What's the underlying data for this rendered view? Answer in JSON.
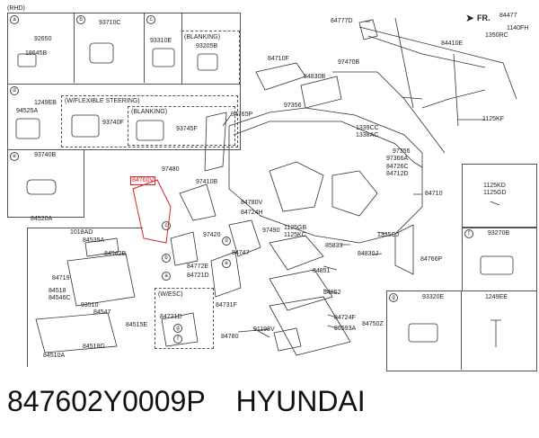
{
  "diagram": {
    "variant": "(RHD)",
    "direction_label": "FR.",
    "boxes": {
      "a": {
        "letter": "a",
        "part": "92650"
      },
      "b": {
        "letter": "b",
        "part": "93710C"
      },
      "c": {
        "letter": "c",
        "part": "93310E",
        "sub_title": "(BLANKING)",
        "sub_part": "93205B"
      },
      "d": {
        "letter": "d",
        "title": "(W/FLEXIBLE STEERING)",
        "sub_title": "(BLANKING)"
      },
      "e": {
        "letter": "e",
        "part": "93740B"
      },
      "f": {
        "letter": "f",
        "part": "93270B"
      },
      "g": {
        "letter": "g",
        "part": "93320E"
      },
      "esc": {
        "title": "(W/ESC)"
      }
    },
    "labels": [
      {
        "id": "l01",
        "text": "18645B"
      },
      {
        "id": "l02",
        "text": "1249EB"
      },
      {
        "id": "l03",
        "text": "94525A"
      },
      {
        "id": "l04",
        "text": "93740F"
      },
      {
        "id": "l05",
        "text": "93745F"
      },
      {
        "id": "l06",
        "text": "84777D"
      },
      {
        "id": "l07",
        "text": "84477"
      },
      {
        "id": "l08",
        "text": "1140FH"
      },
      {
        "id": "l09",
        "text": "1350RC"
      },
      {
        "id": "l10",
        "text": "84410E"
      },
      {
        "id": "l11",
        "text": "84710F"
      },
      {
        "id": "l12",
        "text": "97470B"
      },
      {
        "id": "l13",
        "text": "84830B"
      },
      {
        "id": "l14",
        "text": "1125KF"
      },
      {
        "id": "l15",
        "text": "84765P"
      },
      {
        "id": "l16",
        "text": "97356"
      },
      {
        "id": "l17",
        "text": "1339CC"
      },
      {
        "id": "l18",
        "text": "1338AC"
      },
      {
        "id": "l19",
        "text": "97356"
      },
      {
        "id": "l20",
        "text": "97366A"
      },
      {
        "id": "l21",
        "text": "84726C"
      },
      {
        "id": "l22",
        "text": "84712D"
      },
      {
        "id": "l23",
        "text": "97480"
      },
      {
        "id": "l24",
        "text": "84760V",
        "highlight": true
      },
      {
        "id": "l25",
        "text": "97410B"
      },
      {
        "id": "l26",
        "text": "84710"
      },
      {
        "id": "l27",
        "text": "1125KD"
      },
      {
        "id": "l28",
        "text": "1125GD"
      },
      {
        "id": "l29",
        "text": "84780V"
      },
      {
        "id": "l30",
        "text": "84724H"
      },
      {
        "id": "l31",
        "text": "84520A"
      },
      {
        "id": "l32",
        "text": "1018AD"
      },
      {
        "id": "l33",
        "text": "84535A"
      },
      {
        "id": "l34",
        "text": "84542B"
      },
      {
        "id": "l35",
        "text": "97420"
      },
      {
        "id": "l36",
        "text": "97490"
      },
      {
        "id": "l37",
        "text": "1125GB"
      },
      {
        "id": "l38",
        "text": "1125KC"
      },
      {
        "id": "l39",
        "text": "1335CJ"
      },
      {
        "id": "l40",
        "text": "85839"
      },
      {
        "id": "l41",
        "text": "84747"
      },
      {
        "id": "l42",
        "text": "84830J"
      },
      {
        "id": "l43",
        "text": "84719"
      },
      {
        "id": "l44",
        "text": "84772E"
      },
      {
        "id": "l45",
        "text": "84721D"
      },
      {
        "id": "l46",
        "text": "84851"
      },
      {
        "id": "l47",
        "text": "84766P"
      },
      {
        "id": "l48",
        "text": "84518"
      },
      {
        "id": "l49",
        "text": "84546C"
      },
      {
        "id": "l50",
        "text": "93510"
      },
      {
        "id": "l51",
        "text": "84547"
      },
      {
        "id": "l52",
        "text": "84852"
      },
      {
        "id": "l53",
        "text": "84731F"
      },
      {
        "id": "l54",
        "text": "84721D"
      },
      {
        "id": "l55",
        "text": "84515E"
      },
      {
        "id": "l56",
        "text": "1249EE"
      },
      {
        "id": "l57",
        "text": "84724F"
      },
      {
        "id": "l58",
        "text": "86593A"
      },
      {
        "id": "l59",
        "text": "84750Z"
      },
      {
        "id": "l60",
        "text": "91198V"
      },
      {
        "id": "l61",
        "text": "84780"
      },
      {
        "id": "l62",
        "text": "84518G"
      },
      {
        "id": "l63",
        "text": "84510A"
      }
    ],
    "callouts": [
      "a",
      "b",
      "c",
      "d",
      "e",
      "f",
      "g"
    ]
  },
  "footer": {
    "part_number": "847602Y0009P",
    "brand": "HYUNDAI"
  },
  "colors": {
    "highlight": "#d22222",
    "line": "#333333",
    "text": "#222222"
  }
}
